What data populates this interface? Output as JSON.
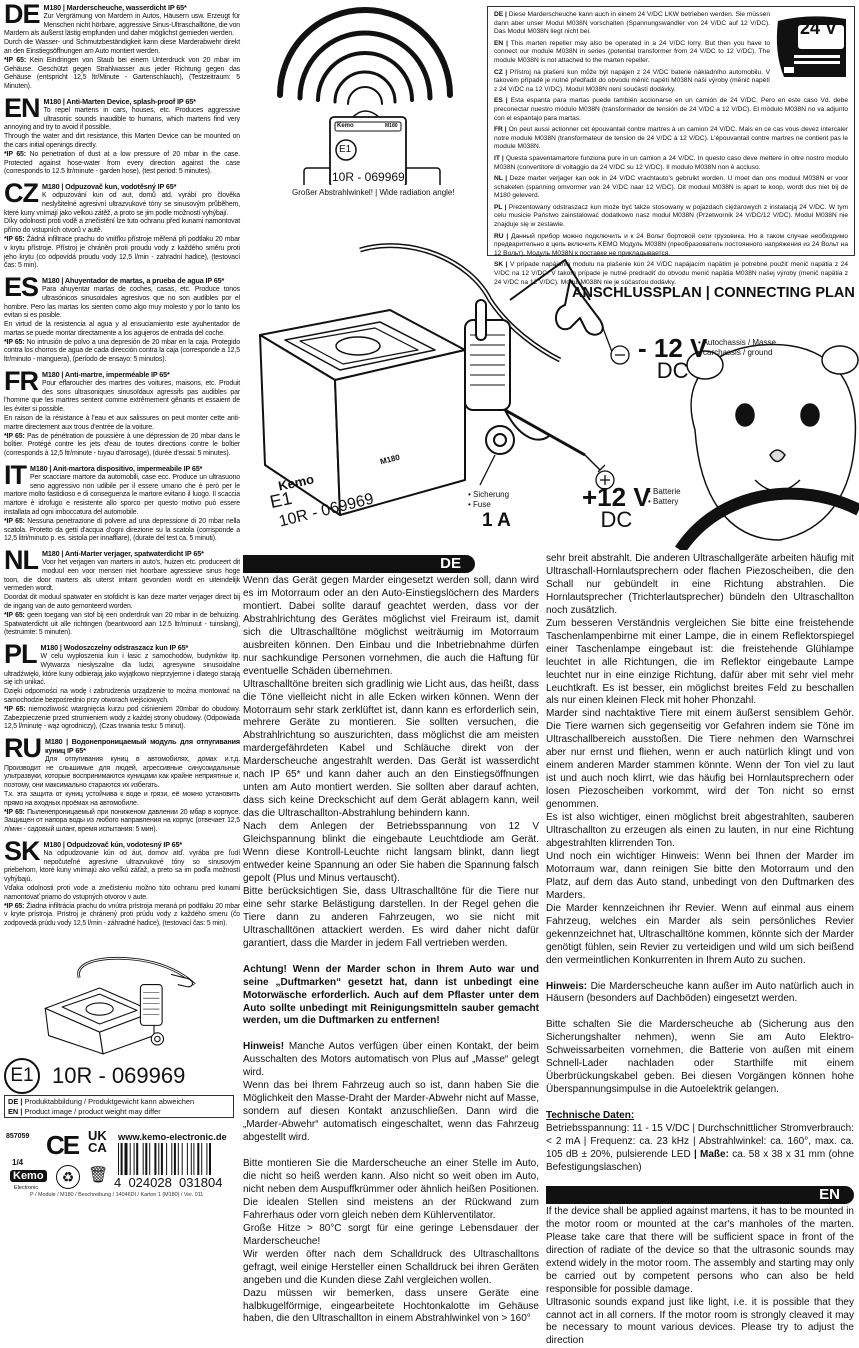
{
  "left_sections": [
    {
      "code": "DE",
      "title": "M180 | Marderscheuche, wasserdicht IP 65*",
      "body": [
        "Zur Vergrämung von Mardern in Autos, Häusern usw. Erzeugt für Menschen nicht hörbare, aggressive Sinus-Ultraschalltöne, die von Mardern als äußerst lästig empfunden und daher möglichst gemieden werden.",
        "Durch die Wasser- und Schmutzbeständigkeit kann diese Marderabwehr direkt an den Einstiegsöffnungen am Auto montiert werden."
      ],
      "ip_label": "*IP 65:",
      "ip_text": "Kein Eindringen von Staub bei einem Unterdruck von 20 mbar im Gehäuse. Geschützt gegen Strahlwasser aus jeder Richtung gegen das Gehäuse (entspricht 12,5 ltr/Minute - Gartenschlauch), (Testzeitraum: 5 Minuten)."
    },
    {
      "code": "EN",
      "title": "M180 | Anti-Marten Device, splash-proof IP 65*",
      "body": [
        "To repel martens in cars, houses, etc. Produces aggressive ultrasonic sounds inaudible to humans, which martens find very annoying and try to avoid if possible.",
        "Through the water and dirt resistance, this Marten Device can be mounted on the cars initial openings directly."
      ],
      "ip_label": "*IP 65:",
      "ip_text": "No penetration of dust at a low pressure of 20 mbar in the case. Protected against hose-water from every direction against the case (corresponds to 12.5 ltr/minute - garden hose), (test period: 5 minutes)."
    },
    {
      "code": "CZ",
      "title": "M180 | Odpuzovač kun, vodotěsný IP 65*",
      "body": [
        "K odpuzování kun od aut, domů atd. vyrábí pro člověka neslyšitelné agresivní ultrazvukové tóny se sinusovým průběhem, které kuny vnímají jako velkou zátěž, a proto se jim podle možností vyhýbají.",
        "Díky odolnosti proti vodě a znečistění lze tuto ochranu před kunami namontovat přímo do vstupních otvorů v autě."
      ],
      "ip_label": "*IP 65:",
      "ip_text": "Žádná infiltrace prachu do vnitřku přístroje měřená při podtlaku 20 mbar v krytu přístroje. Přístroj je chráněn proti proudu vody z každého směru proti jeho krytu (co odpovídá proudu vody 12,5 l/min - zahradní hadice), (testovací čas: 5 min)."
    },
    {
      "code": "ES",
      "title": "M180 | Ahuyentador de martas, a prueba de agua IP 65*",
      "body": [
        "Para ahuyentar martas de coches, casas, etc. Produce tonos ultrasónicos sinusoidales agresivos que no son audibles por el hombre. Pero las martas los sienten como algo muy molesto y por lo tanto los evitan si es posible.",
        "En virtud de la resistencia al agua y al ensuciamiento este ayuhentador de martas se puede montar directamente a los agujeros de entrada del coche."
      ],
      "ip_label": "*IP 65:",
      "ip_text": "No intrusión de polvo a una depresión de 20 mbar en la caja. Protegido contra los chorros de agua de cada dirección contra la caja (corresponde a 12,5 ltr/minuto - manguera), (período de ensayo: 5 minutos)."
    },
    {
      "code": "FR",
      "title": "M180 | Anti-martre, imperméable IP 65*",
      "body": [
        "Pour effaroucher des martres des voitures, maisons, etc. Produit des sons ultrasoniques sinusoïdaux agressifs pas audibles par l'homme que les martres sentent comme extrêmement gênants et essaient de les éviter si possible.",
        "En raison de la résistance à l'eau et aux salissures on peut monter cette anti-martre directement aux trous d'entrée de la voiture."
      ],
      "ip_label": "*IP 65:",
      "ip_text": "Pas de pénétration de poussière à une dépression de 20 mbar dans le boîtier. Protégé contre les jets d'eau de toutes directions contre le boîtier (corresponds à 12,5 ltr/minute - tuyau d'arrosage), (durée d'essai: 5 minutes)."
    },
    {
      "code": "IT",
      "title": "M180 | Anit-martora dispositivo, impermeabile IP 65*",
      "body": [
        "Per scacciare martore da automobili, case ecc. Produce un ultrasuono seno aggressivo non udibile per il essere umano che è però per le martore molto fastidioso e di conseguenza le martore evitano il luogo. Il scaccia martore è idrofugo e resistente allo sporco per questo motivo può essere installata ad ogni imboccatura del automobile."
      ],
      "ip_label": "*IP 65:",
      "ip_text": "Nessuna penetrazione di polvere ad una depressione di 20 mbar nella scatola. Protetto da getti d'acqua d'ogni direzione su la scatola (corrisponde a 12,5 litri/minuto p. es. sistola per innaffiare), (durate del test ca. 5 minuti)."
    },
    {
      "code": "NL",
      "title": "M180 | Anti-Marter verjager, spatwaterdicht IP 65*",
      "body": [
        "Voor het verjagen van marters in auto's, huizen etc. produceert dit moduul een voor mensen niet hoorbare agressieve sinus hoge toon, die door marters als uiterst irritant gevonden wordt en uiteindelijk vermeden wordt.",
        "Doordat dit moduul spatwater en stofdicht is kan deze marter verjager direct bij de ingang van de auto gemonteerd worden."
      ],
      "ip_label": "*IP 65:",
      "ip_text": "geen toegang van stof bij een onderdruk van 20 mbar in de behuizing. Spatwaterdicht uit alle richtingen (beantwoord aan 12.5 ltr/minuut - tuinslang), (testruimte: 5 minuten)."
    },
    {
      "code": "PL",
      "title": "M180 | Wodoszczelny odstraszacz kun IP 65*",
      "body": [
        "W celu wypłoszenia kun i łasic z samochodów, budynków itp. Wytwarza niesłyszalne dla ludzi, agresywne sinusoidalne ultradźwięki, które kuny odbierają jako wyjątkowo nieprzyjemne i dlatego starają się ich unikać.",
        "Dzięki odporności na wodę i zabrudzenia urządzenie to można montować na samochodzie bezpośrednio przy otworach wejściowych."
      ],
      "ip_label": "*IP 65:",
      "ip_text": "niemożliwość wtargnięcia kurzu pod ciśnieniem 20mbar do obudowy. Zabezpieczenie przed strumieniem wody z każdej strony obudowy. (Odpowiada 12,5 l/minutę - wąż ogrodniczy), (Czas trwania testu: 5 minut)."
    },
    {
      "code": "RU",
      "title": "M180 | Водонепроницаемый модуль для отпугивания куниц IP 65*",
      "body": [
        "Для отпугивания куниц в автомобилях, домах и.т.д. Производит не слышимые для людей, агрессивные синусоидальные ультразвуки, которые воспринимаются куницами как крайне неприятные и, поэтому, они максимально стараются их избегать.",
        "Т.к. эта защита от куниц устойчива к воде и грязи, её можно установить прямо на входных проёмах на автомобиле."
      ],
      "ip_label": "*IP 65:",
      "ip_text": "Пыленепроницаемый при пониженом давлении 20 мбар в корпусе. Защищен от напора воды из любого направления на корпус (отвечает 12,5 л/мин - садовый шланг, время испытания: 5 мин)."
    },
    {
      "code": "SK",
      "title": "M180 | Odpudzovač kún, vodotesný IP 65*",
      "body": [
        "Na odpudzovanie kún od áut, domov atď. vyrába pre ľudí nepočuteľné agresívne ultrazvukové tóny so sínusovým priebehom, ktoré kuny vnímajú ako veľkú záťaž, a preto sa im podľa možností vyhýbajú.",
        "Vďaka odolnosti proti vode a znečisteniu možno túto ochranu pred kunami namontovať priamo do vstupných otvorov v aute."
      ],
      "ip_label": "*IP 65:",
      "ip_text": "Žiadna infiltrácia prachu do vnútra prístroja meraná pri podtlaku 20 mbar v kryte prístroja. Prístroj je chránený proti prúdu vody z každého smeru (čo zodpovedá prúdu vody 12,5 l/min - záhradné hadice), (testovací čas: 5 min)."
    }
  ],
  "top_graphic": {
    "caption": "Großer Abstrahlwinkel! | Wide radiation angle!",
    "brand": "Kemo",
    "model": "M180",
    "approval": "10R - 069969"
  },
  "truck_box": {
    "truck_label": "24 V",
    "entries": [
      {
        "code": "DE |",
        "text": "Diese Marderscheuche kann auch in einem 24 V/DC LKW betrieben werden. Sie müssen dann aber unser Modul M038N vorschalten (Spannungswandler von 24 V/DC auf 12 V/DC). Das Modul M038N liegt nicht bei."
      },
      {
        "code": "EN |",
        "text": "This marten repeller may also be operated in a 24 V/DC lorry. But then you have to connect our module M038N in series (potential transformer from 24 V/DC to 12 V/DC). The module M038N is not attached to the marten repeller."
      },
      {
        "code": "CZ |",
        "text": "Přístroj na plašení kun může být napájen z 24 V/DC baterie nákladního automobilu. V takovém případě je nutné předřadit do obvodu měnič napětí M038N naší výroby (měnič napětí z 24 V/DC na 12 V/DC). Modul M038N není součástí dodávky."
      },
      {
        "code": "ES |",
        "text": "Esta espanta para martas puede también accionarse en un camión de 24 V/DC. Pero en este caso Vd. debe preconectar nuestro módulo M038N (transformador de tensión de 24 V/DC a 12 V/DC). El módulo M038N no va adjunto con el espantajo para martas."
      },
      {
        "code": "FR |",
        "text": "On peut aussi actionner cet épouvantail contre martres à un camion 24 V/DC. Mais en ce cas vous devez intercaler notre module M038N (transformateur de tension de 24 V/DC à 12 V/DC). L'épouvantail contre martres ne contient pas le module M038N."
      },
      {
        "code": "IT |",
        "text": "Questa spaventamartore funziona pure in un camion a 24 V/DC. In questo caso deve mettere in oltre nostro modulo M038N (convertitore di voltaggio da 24 V/DC su 12 V/DC). Il modulo M038N non è accluso."
      },
      {
        "code": "NL |",
        "text": "Deze marter verjager kan ook in 24 V/DC vrachtauto's gebruikt worden. U moet dan ons moduul M038N er voor schakelen (spanning omvormer van 24 V/DC naar 12 V/DC). Dit moduul M038N is apart te koop, wordt dus niet bij de M180 geleverd."
      },
      {
        "code": "PL |",
        "text": "Prezentowany odstraszacz kun może być także stosowany w pojazdach ciężarowych z instalacją 24 V/DC. W tym celu musicie Państwo zainstalować dodatkowo nasz moduł M038N (Przetwornik 24 V/DC/12 V/DC). Moduł M038N nie znajduje się w zestawie."
      },
      {
        "code": "RU |",
        "text": "Данный прибор можно подключить и к 24 Вольт бортовой сети грузовика. Но в таком случае необходимо предварительно в цепь включить KEMO Модуль M038N (преобразователь постоянного напряжения из 24 Вольт на 12 Вольт). Модуль M038N к поставке не прикладывается."
      },
      {
        "code": "SK |",
        "text": "V prípade napájania modulu na plašenie kún 24 V/DC napájacím napätím je potrebné použiť menič napätia z 24 V/DC na 12 V/DC. V takom prípade je nutné predradiť do obvodu menič napätia M038N našej výroby (menič napätia z 24 V/DC na 12 V/DC). Modul M038N nie je súčasťou dodávky."
      }
    ]
  },
  "connecting_plan": {
    "title": "ANSCHLUSSPLAN | CONNECTING PLAN",
    "negative": {
      "voltage": "- 12 V",
      "unit": "DC",
      "label_de": "• Autochassis / Masse",
      "label_en": "• carchassis / ground"
    },
    "positive": {
      "voltage": "+12 V",
      "unit": "DC",
      "label_de": "• Batterie",
      "label_en": "• Battery"
    },
    "fuse": {
      "label_de": "• Sicherung",
      "label_en": "• Fuse",
      "rating": "1 A"
    },
    "device": {
      "brand": "Kemo",
      "model": "M180",
      "approval": "10R - 069969"
    }
  },
  "de_section": {
    "header": "DE",
    "col1": [
      {
        "paras": [
          "Wenn das Gerät gegen Marder eingesetzt werden soll, dann wird es im Motorraum oder an den Auto-Einstiegslöchern des Marders montiert. Dabei sollte darauf geachtet werden, dass vor der Abstrahlrichtung des Gerätes möglichst viel Freiraum ist, damit sich die Ultraschalltöne möglichst weiträumig im Motorraum ausbreiten können. Den Einbau und die Inbetriebnahme dürfen nur sachkundige Personen vornehmen, die auch die Haftung für eventuelle Schäden übernehmen.",
          "Ultraschalltöne breiten sich gradlinig wie Licht aus, das heißt, dass die Töne vielleicht nicht in alle Ecken wirken können. Wenn der Motorraum sehr stark zerklüftet ist, dann kann es erforderlich sein, mehrere Geräte zu montieren. Sie sollten versuchen, die Abstrahlrichtung so auszurichten, dass möglichst die am meisten mardergefährdeten Kabel und Schläuche direkt von der Marderscheuche angestrahlt werden. Das Gerät ist wasserdicht nach IP 65* und kann daher auch an den Einstiegsöffnungen unten am Auto montiert werden. Sie sollten aber darauf achten, dass sich keine Dreckschicht auf dem Gerät ablagern kann, weil das die Ultraschallton-Abstrahlung behindern kann.",
          "Nach dem Anlegen der Betriebsspannung von 12 V Gleichspannung blinkt die eingebaute Leuchtdiode am Gerät. Wenn diese Kontroll-Leuchte nicht langsam blinkt, dann liegt entweder keine Spannung an oder Sie haben die Spannung falsch gepolt (Plus und Minus vertauscht).",
          "Bitte berücksichtigen Sie, dass Ultraschalltöne für die Tiere nur eine sehr starke Belästigung darstellen. In der Regel gehen die Tiere dann zu anderen Fahrzeugen, wo sie nicht mit Ultraschalltönen attackiert werden. Es wird daher nicht dafür garantiert, dass die Marder in jedem Fall vertrieben werden."
        ]
      },
      {
        "bold": true,
        "paras": [
          "Achtung! Wenn der Marder schon in Ihrem Auto war und seine „Duftmarken“ gesetzt hat, dann ist unbedingt eine Motorwäsche erforderlich. Auch auf dem Pflaster unter dem Auto sollte unbedingt mit Reinigungsmitteln sauber gemacht werden, um die Duftmarken zu entfernen!"
        ]
      },
      {
        "paras": [
          {
            "lead": "Hinweis!",
            "text": " Manche Autos verfügen über einen Kontakt, der beim Ausschalten des Motors automatisch von Plus auf „Masse“ gelegt wird."
          },
          "Wenn das bei Ihrem Fahrzeug auch so ist, dann haben Sie die Möglichkeit den Masse-Draht der Marder-Abwehr nicht auf Masse, sondern auf diesen Kontakt anzuschließen. Dann wird die „Marder-Abwehr“ automatisch eingeschaltet, wenn das Fahrzeug abgestellt wird."
        ]
      },
      {
        "paras": [
          "Bitte montieren Sie die Marderscheuche an einer Stelle im Auto, die nicht so heiß werden kann. Also nicht so weit oben im Auto, nicht neben dem Auspuffkrümmer oder ähnlich heißen Positionen. Die idealen Stellen sind meistens an der Rückwand zum Fahrerhaus oder vorn gleich neben dem Kühlerventilator.",
          "Große Hitze > 80°C sorgt für eine geringe Lebensdauer der Marderscheuche!",
          "Wir werden öfter nach dem Schalldruck des Ultraschalltons gefragt, weil einige Hersteller einen Schalldruck bei ihren Geräten angeben und die Kunden diese Zahl vergleichen wollen.",
          "Dazu müssen wir bemerken, dass unsere Geräte eine halbkugelförmige, eingearbeitete Hochtonkalotte im Gehäuse haben, die den Ultraschallton in einem Abstrahlwinkel von > 160°"
        ]
      }
    ],
    "col2": [
      {
        "paras": [
          "sehr breit abstrahlt. Die anderen Ultraschallgeräte arbeiten häufig mit Ultraschall-Hornlautsprechern oder flachen Piezoscheiben, die den Schall nur gebündelt in eine Richtung abstrahlen. Die Hornlautsprecher (Trichterlautsprecher) bündeln den Ultraschallton noch zusätzlich.",
          "Zum besseren Verständnis vergleichen Sie bitte eine freistehende Taschenlampenbirne mit einer Lampe, die in einem Reflektorspiegel einer Taschenlampe eingebaut ist: die freistehende Glühlampe leuchtet in alle Richtungen, die im Reflektor eingebaute Lampe leuchtet nur in eine einzige Richtung, dafür aber mit sehr viel mehr Leuchtkraft. Es ist besser, ein möglichst breites Feld zu beschallen als nur einen kleinen Fleck mit hoher Phonzahl.",
          "Marder sind nachtaktive Tiere mit einem äußerst sensiblem Gehör. Die Tiere warnen sich gegenseitig vor Gefahren indem sie Töne im Ultraschallbereich ausstoßen. Die Tiere nehmen den Warnschrei aber nur ernst und fliehen, wenn er auch natürlich klingt und von einem anderen Marder stammen könnte. Wenn der Ton viel zu laut ist und auch noch klirrt, wie das häufig bei Hornlautsprechern oder losen Piezoscheiben vorkommt, wird der Ton nicht so ernst genommen.",
          "Es ist also wichtiger, einen möglichst breit abgestrahlten, sauberen Ultraschallton zu erzeugen als einen zu lauten, in nur eine Richtung abgestrahlten klirrenden Ton.",
          "Und noch ein wichtiger Hinweis: Wenn bei Ihnen der Marder im Motorraum war, dann reinigen Sie bitte den Motorraum und den Platz, auf dem das Auto stand, unbedingt von den Duftmarken des Marders.",
          "Die Marder kennzeichnen ihr Revier. Wenn auf einmal aus einem Fahrzeug, welches ein Marder als sein persönliches Revier gekennzeichnet hat, Ultraschalltöne kommen, könnte sich der Marder genötigt fühlen, sein Revier zu verteidigen und wild um sich beißend den vermeintlichen Konkurrenten in Ihrem Auto zu suchen."
        ]
      },
      {
        "paras": [
          {
            "lead": "Hinweis:",
            "text": " Die Marderscheuche kann außer im Auto natürlich auch in Häusern (besonders auf Dachböden) eingesetzt werden."
          }
        ]
      },
      {
        "paras": [
          "Bitte schalten Sie die Marderscheuche ab (Sicherung aus den Sicherungshalter nehmen), wenn Sie am Auto Elektro-Schweissarbeiten vornehmen, die Batterie von außen mit einem Schnell-Lader nachladen oder Starthilfe mit einem Überbrückungskabel geben. Bei diesen Vorgängen können hohe Überspannungsimpulse in die Autoelektrik gelangen."
        ]
      },
      {
        "heading": "Technische Daten:",
        "paras": [
          {
            "text": "Betriebsspannung: 11 - 15 V/DC | Durchschnittlicher Stromverbrauch: < 2 mA | Frequenz: ca. 23 kHz | Abstrahlwinkel: ca. 160°, max. ca. 105 dB ± 20%, pulsierende LED ",
            "mid": "| Maße:",
            "tail": " ca. 58 x 38 x 31 mm (ohne Befestigungslaschen)"
          }
        ]
      }
    ]
  },
  "en_section": {
    "header": "EN",
    "paras": [
      "If the device shall be applied against martens, it has to be mounted in the motor room or mounted at the car's manholes of the marten. Please take care that there will be sufficient space in front of the direction of radiate of the device so that the ultrasonic sounds may extend widely in the motor room. The assembly and starting may only be carried out by competent persons who can also be held responsible for possible damage.",
      "Ultrasonic sounds expand just like light, i.e. it is possible that they cannot act in all corners. If the motor room is strongly cleaved it may be necessary to mount various devices. Please try to adjust the direction"
    ]
  },
  "footer": {
    "approval": "10R - 069969",
    "approval_mark": "E1",
    "notice": [
      {
        "code": "DE |",
        "text": "Produktabbildung / Produktgewicht kann abweichen"
      },
      {
        "code": "EN |",
        "text": "Product image / product weight may differ"
      }
    ],
    "article_no": "857059",
    "page": "1/4",
    "ce": "CE",
    "ukca": "UK CA",
    "website": "www.kemo-electronic.de",
    "brand": "Kemo",
    "brand_sub": "Electronic",
    "barcode": "4  024028  031804",
    "doc_ref": "P / Module / M180 / Beschreibung / 14046DI / Karton 1 (M180) / Ver. 011"
  }
}
